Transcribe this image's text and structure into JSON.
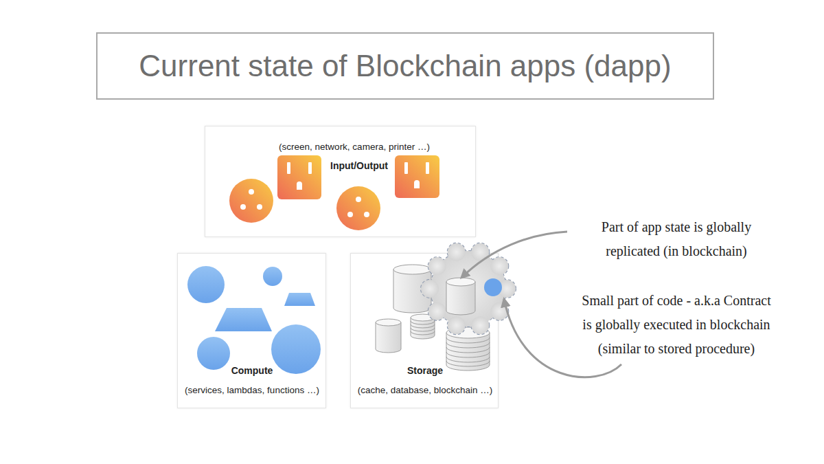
{
  "diagram": {
    "title": "Current state of Blockchain apps (dapp)",
    "nodes": [
      {
        "text": [
          "(screen, network, camera, printer …)",
          "Input/Output"
        ]
      },
      {
        "text": [
          "Compute",
          "(services, lambdas, functions …)"
        ]
      },
      {
        "text": [
          "Storage",
          "(cache, database, blockchain …)"
        ]
      }
    ],
    "labels": [
      "Part of app state is globally replicated (in blockchain)",
      "Small part of code - a.k.a Contract is globally executed in blockchain (similar to stored procedure)"
    ]
  }
}
